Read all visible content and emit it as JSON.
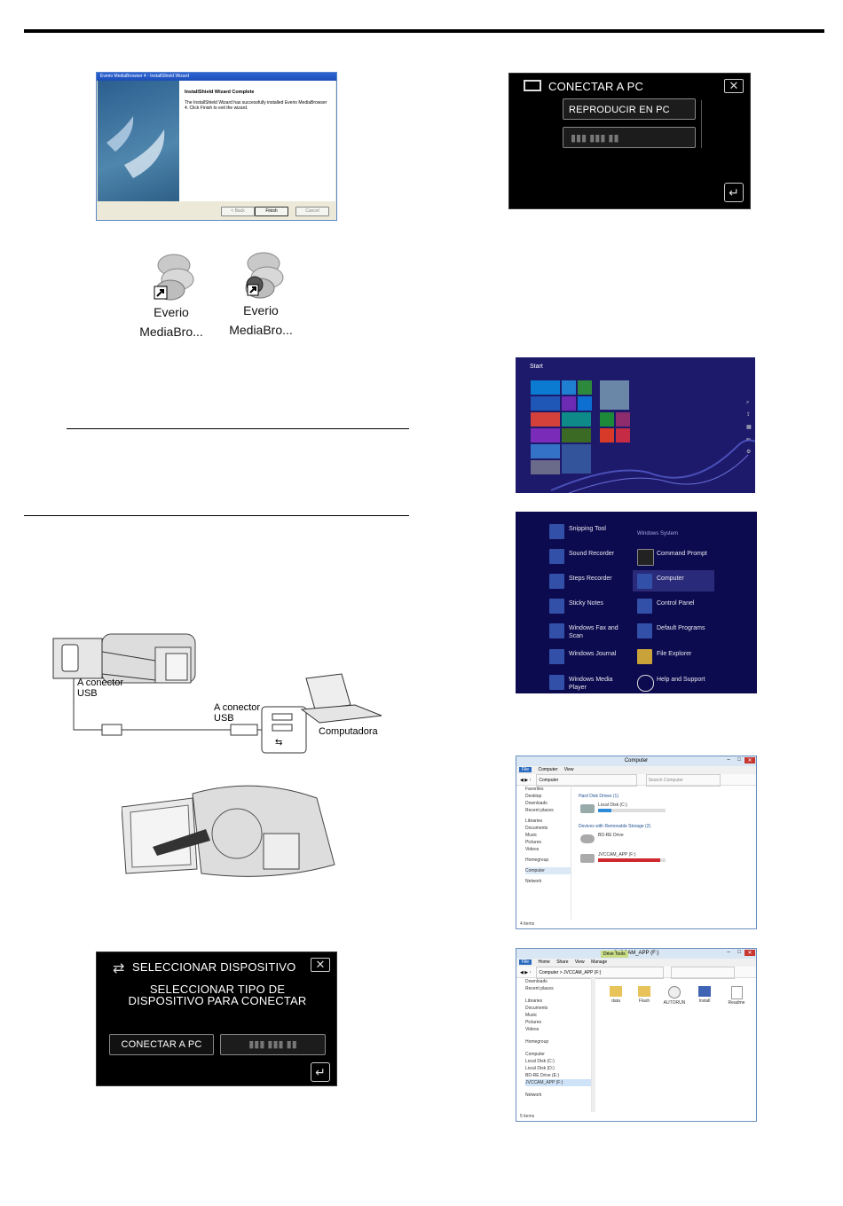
{
  "installer": {
    "title": "Everio MediaBrowser 4 - InstallShield Wizard",
    "heading": "InstallShield Wizard Complete",
    "body": "The InstallShield Wizard has successfully installed Everio MediaBrowser 4. Click Finish to exit the wizard.",
    "back_label": "< Back",
    "finish_label": "Finish",
    "cancel_label": "Cancel"
  },
  "desktop_icons": [
    {
      "line1": "Everio",
      "line2": "MediaBro..."
    },
    {
      "line1": "Everio",
      "line2": "MediaBro..."
    }
  ],
  "connection": {
    "left_usb_label": "A conector\nUSB",
    "right_usb_label": "A conector\nUSB",
    "computer_label": "Computadora"
  },
  "select_device": {
    "title": "SELECCIONAR DISPOSITIVO",
    "message_line1": "SELECCIONAR TIPO DE",
    "message_line2": "DISPOSITIVO PARA CONECTAR",
    "connect_pc_label": "CONECTAR A PC"
  },
  "connect_pc": {
    "title": "CONECTAR A PC",
    "play_on_pc_label": "REPRODUCIR EN PC"
  },
  "start_screen": {
    "title": "Start"
  },
  "all_apps": {
    "section_title": "Windows System",
    "left": [
      "Snipping Tool",
      "Sound Recorder",
      "Steps Recorder",
      "Sticky Notes",
      "Windows Fax and Scan",
      "Windows Journal",
      "Windows Media Player"
    ],
    "right": [
      "Command Prompt",
      "Computer",
      "Control Panel",
      "Default Programs",
      "File Explorer",
      "Help and Support"
    ]
  },
  "explorer_computer": {
    "title": "Computer",
    "ribbon": [
      "File",
      "Computer",
      "View"
    ],
    "address": "Computer",
    "search_placeholder": "Search Computer",
    "nav": [
      "Favorites",
      "Desktop",
      "Downloads",
      "Recent places",
      "Libraries",
      "Documents",
      "Music",
      "Pictures",
      "Videos",
      "Homegroup",
      "Computer",
      "Network"
    ],
    "group1": "Hard Disk Drives (1)",
    "drive_c": "Local Disk (C:)",
    "group2": "Devices with Removable Storage (2)",
    "dvd": "BD-RE Drive",
    "jvc": "JVCCAM_APP (F:)",
    "status": "4 items"
  },
  "explorer_app": {
    "title": "JVCCAM_APP (F:)",
    "drive_tools": "Drive Tools",
    "ribbon": [
      "File",
      "Home",
      "Share",
      "View",
      "Manage"
    ],
    "address": "Computer > JVCCAM_APP (F:)",
    "nav": [
      "Downloads",
      "Recent places",
      "Libraries",
      "Documents",
      "Music",
      "Pictures",
      "Videos",
      "Homegroup",
      "Computer",
      "Local Disk (C:)",
      "Local Disk (D:)",
      "BD-RE Drive (E:)",
      "JVCCAM_APP (F:)",
      "Network"
    ],
    "files": [
      "data",
      "Flash",
      "AUTORUN",
      "Install",
      "Readme"
    ],
    "status": "5 items"
  }
}
